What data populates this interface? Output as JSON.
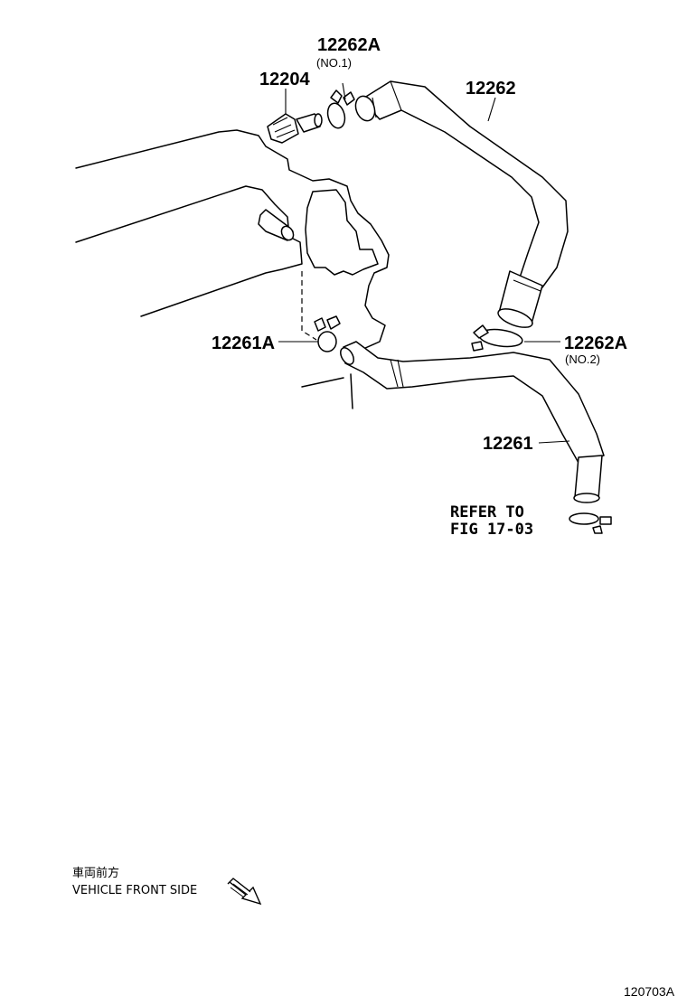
{
  "callouts": {
    "p12262A_no1": {
      "number": "12262A",
      "note": "(NO.1)"
    },
    "p12204": {
      "number": "12204"
    },
    "p12262": {
      "number": "12262"
    },
    "p12261A": {
      "number": "12261A"
    },
    "p12262A_no2": {
      "number": "12262A",
      "note": "(NO.2)"
    },
    "p12261": {
      "number": "12261"
    }
  },
  "reference": {
    "line1": "REFER TO",
    "line2": "FIG 17-03"
  },
  "legend": {
    "japanese": "車両前方",
    "english": "VEHICLE FRONT SIDE",
    "arrow_icon": "direction-arrow-icon"
  },
  "figure_id": "120703A"
}
